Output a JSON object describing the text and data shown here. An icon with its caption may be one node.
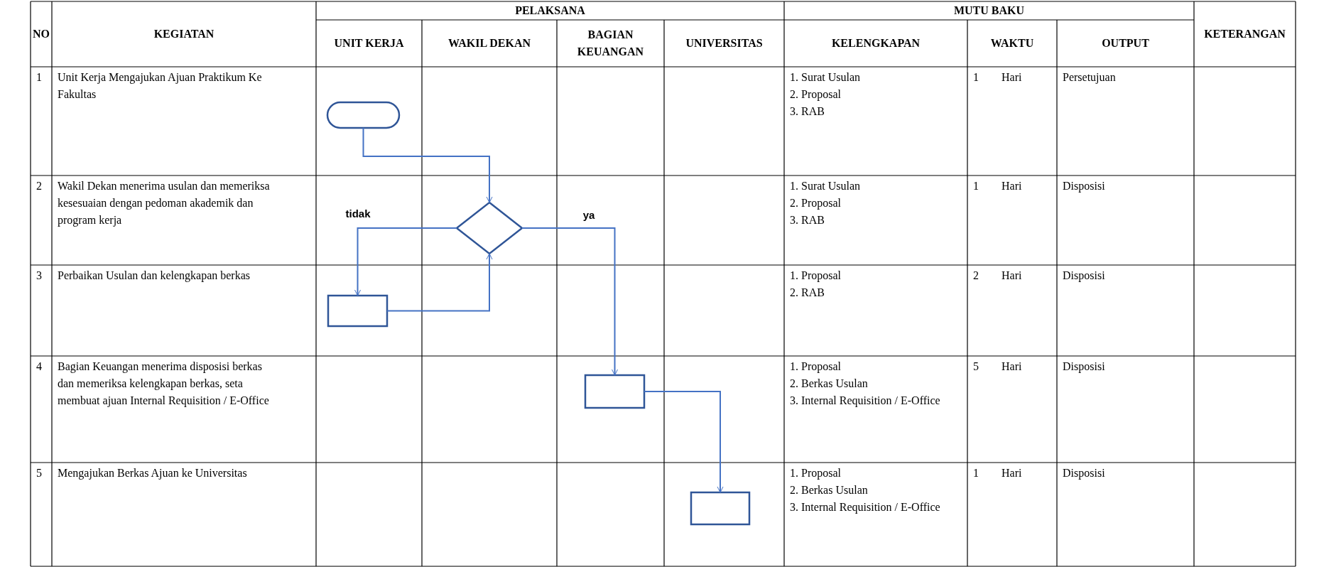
{
  "diagram": {
    "nodes": [
      {
        "text": [],
        "shape": "oval"
      },
      {
        "text": [],
        "shape": "diamond"
      },
      {
        "text": [],
        "shape": "box"
      },
      {
        "text": [],
        "shape": "box"
      },
      {
        "text": [],
        "shape": "box"
      }
    ],
    "edges": [
      {
        "from": 0,
        "to": 1,
        "arrow": "to"
      },
      {
        "from": 1,
        "to": 2,
        "arrow": "to",
        "label": "tidak"
      },
      {
        "from": 2,
        "to": 1,
        "arrow": "to"
      },
      {
        "from": 1,
        "to": 3,
        "arrow": "to",
        "label": "ya"
      },
      {
        "from": 3,
        "to": 4,
        "arrow": "to"
      }
    ],
    "labels": [
      "NO",
      "KEGIATAN",
      "PELAKSANA",
      "MUTU BAKU",
      "KETERANGAN",
      "UNIT KERJA",
      "WAKIL DEKAN",
      "BAGIAN KEUANGAN",
      "UNIVERSITAS",
      "KELENGKAPAN",
      "WAKTU",
      "OUTPUT",
      "1",
      "Unit Kerja Mengajukan Ajuan Praktikum Ke Fakultas",
      "1. Surat Usulan",
      "2. Proposal",
      "3. RAB",
      "1 Hari",
      "Persetujuan",
      "2",
      "Wakil Dekan menerima usulan dan memeriksa kesesuaian dengan pedoman akademik dan program kerja",
      "1. Surat Usulan",
      "2. Proposal",
      "3. RAB",
      "1 Hari",
      "Disposisi",
      "3",
      "Perbaikan Usulan dan kelengkapan berkas",
      "1. Proposal",
      "2. RAB",
      "2 Hari",
      "Disposisi",
      "4",
      "Bagian Keuangan menerima disposisi berkas dan memeriksa kelengkapan berkas, seta membuat ajuan Internal Requisition / E-Office",
      "1. Proposal",
      "2. Berkas Usulan",
      "3. Internal Requisition / E-Office",
      "5 Hari",
      "Disposisi",
      "5",
      "Mengajukan Berkas Ajuan ke Universitas",
      "1. Proposal",
      "2. Berkas Usulan",
      "3. Internal Requisition / E-Office",
      "1 Hari",
      "Disposisi"
    ]
  }
}
